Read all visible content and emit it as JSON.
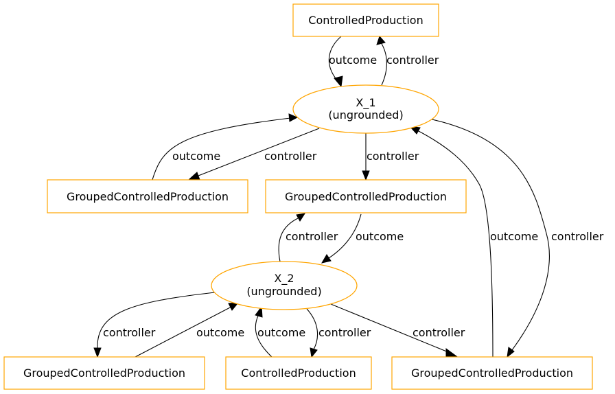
{
  "colors": {
    "node_border": "#ffa500",
    "edge": "#000000",
    "text": "#000000",
    "background": "#ffffff"
  },
  "nodes": {
    "cp_top": {
      "label": "ControlledProduction"
    },
    "x1": {
      "name": "X_1",
      "sub": "(ungrounded)"
    },
    "gcp_left": {
      "label": "GroupedControlledProduction"
    },
    "gcp_mid": {
      "label": "GroupedControlledProduction"
    },
    "x2": {
      "name": "X_2",
      "sub": "(ungrounded)"
    },
    "gcp_bl": {
      "label": "GroupedControlledProduction"
    },
    "cp_bottom": {
      "label": "ControlledProduction"
    },
    "gcp_br": {
      "label": "GroupedControlledProduction"
    }
  },
  "edges": {
    "e1": "outcome",
    "e2": "controller",
    "e3": "outcome",
    "e4": "controller",
    "e5": "controller",
    "e6": "controller",
    "e7": "outcome",
    "e8": "outcome",
    "e9": "controller",
    "e10": "controller",
    "e11": "outcome",
    "e12": "outcome",
    "e13": "controller",
    "e14": "controller"
  }
}
